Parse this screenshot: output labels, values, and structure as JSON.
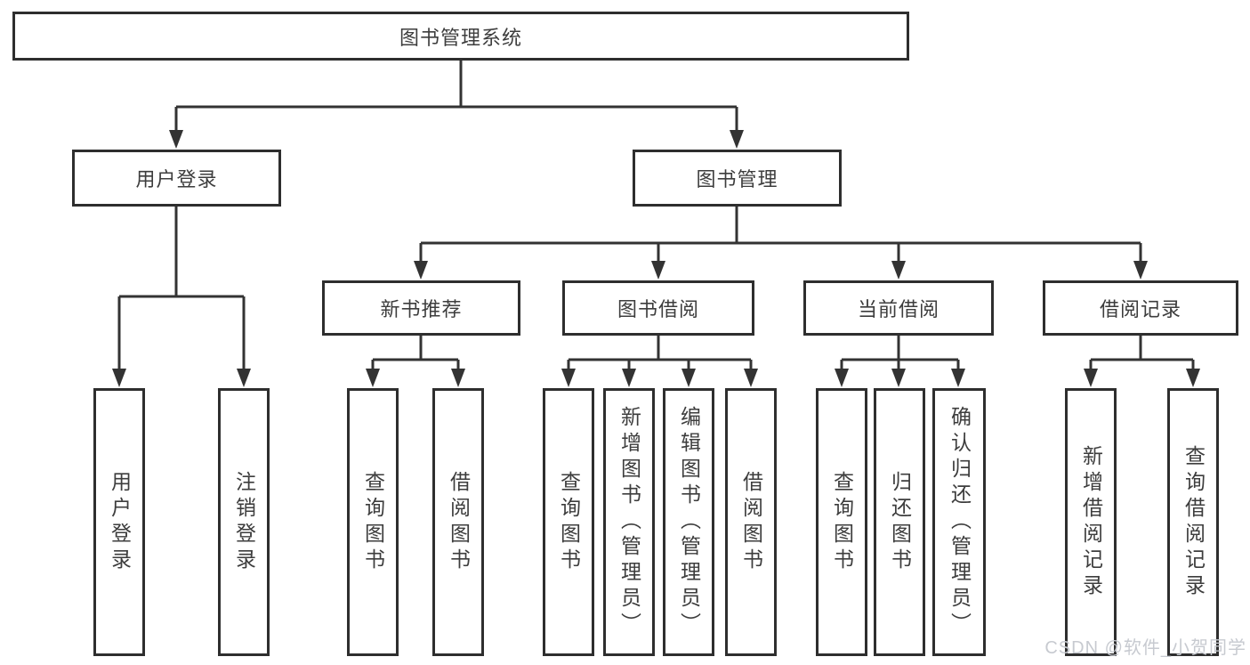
{
  "diagram": {
    "root": {
      "label": "图书管理系统"
    },
    "branches": [
      {
        "label": "用户登录",
        "leaves": [
          {
            "label": "用户登录"
          },
          {
            "label": "注销登录"
          }
        ]
      },
      {
        "label": "图书管理",
        "groups": [
          {
            "label": "新书推荐",
            "leaves": [
              {
                "label": "查询图书"
              },
              {
                "label": "借阅图书"
              }
            ]
          },
          {
            "label": "图书借阅",
            "leaves": [
              {
                "label": "查询图书"
              },
              {
                "label": "新增图书（管理员）"
              },
              {
                "label": "编辑图书（管理员）"
              },
              {
                "label": "借阅图书"
              }
            ]
          },
          {
            "label": "当前借阅",
            "leaves": [
              {
                "label": "查询图书"
              },
              {
                "label": "归还图书"
              },
              {
                "label": "确认归还（管理员）"
              }
            ]
          },
          {
            "label": "借阅记录",
            "leaves": [
              {
                "label": "新增借阅记录"
              },
              {
                "label": "查询借阅记录"
              }
            ]
          }
        ]
      }
    ]
  },
  "watermark": {
    "text": "CSDN @软件_小贺同学"
  },
  "colors": {
    "line": "#333333",
    "box_border": "#2e2e2e",
    "text": "#3d3d3d",
    "watermark": "#c7cad0",
    "background": "#ffffff"
  }
}
